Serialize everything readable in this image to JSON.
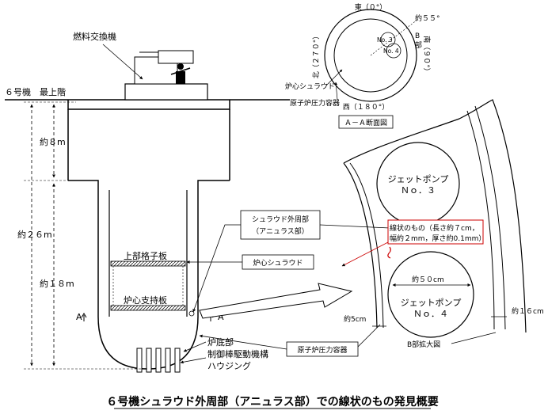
{
  "title": "６号機シュラウド外周部（アニュラス部）での線状のもの発見概要",
  "floor_label": "６号機　最上階",
  "fuel_machine": "燃料交換機",
  "dims": {
    "d8": "約８m",
    "d26": "約２６m",
    "d18": "約１８m",
    "d5": "約5cm",
    "d16": "約１６cm",
    "d50": "約５０cm"
  },
  "labels": {
    "upper_grid": "上部格子板",
    "core_support": "炉心支持板",
    "shroud_outer_1": "シュラウド外周部",
    "shroud_outer_2": "（アニュラス部）",
    "core_shroud": "炉心シュラウド",
    "bottom": "炉底部",
    "crd_1": "制御棒駆動機構",
    "crd_2": "ハウジング",
    "rpv": "原子炉圧力容器",
    "a_left": "A",
    "a_right": "A"
  },
  "section": {
    "north": "北（２７０°）",
    "east": "東（０°）",
    "south": "南（９０°）",
    "west": "西（１８０°）",
    "deg55": "約５５°",
    "b_part_1": "B",
    "b_part_2": "部",
    "no3": "No. 3",
    "no4": "No. 4",
    "core_shroud": "炉心シュラウド",
    "rpv": "原子炉圧力容器",
    "caption": "Ａ－Ａ断面図"
  },
  "detail": {
    "pump3_1": "ジェットポンプ",
    "pump3_2": "Ｎｏ．３",
    "pump4_1": "ジェットポンプ",
    "pump4_2": "Ｎｏ．４",
    "finding_1": "線状のもの（長さ約７cm，",
    "finding_2": "幅約２mm，厚さ約0.1mm）",
    "caption": "B部拡大図"
  }
}
